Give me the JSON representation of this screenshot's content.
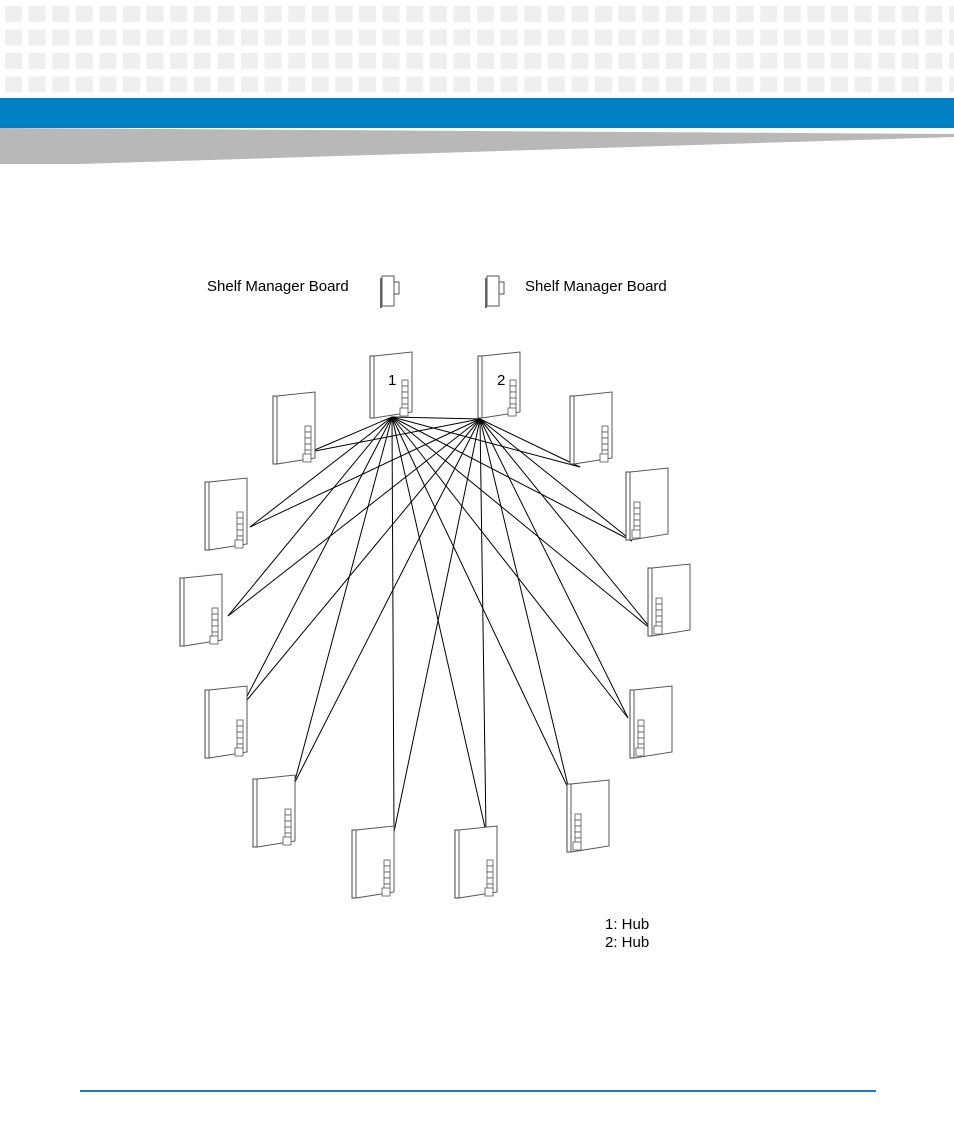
{
  "colors": {
    "brand_blue": "#0081c6",
    "header_grey": "#b8b8b8",
    "header_pattern": "#efefef",
    "footer_rule": "#1d7cc6",
    "line": "#000000"
  },
  "header": {
    "pattern_icon": "dotted-grid-pattern",
    "stripe_icon": "blue-band"
  },
  "diagram": {
    "shelf_manager_left": "Shelf Manager Board",
    "shelf_manager_right": "Shelf Manager Board",
    "hub1_number": "1",
    "hub2_number": "2",
    "legend": [
      "1: Hub",
      "2: Hub"
    ],
    "node_boards": 12,
    "topology": "dual-star"
  }
}
